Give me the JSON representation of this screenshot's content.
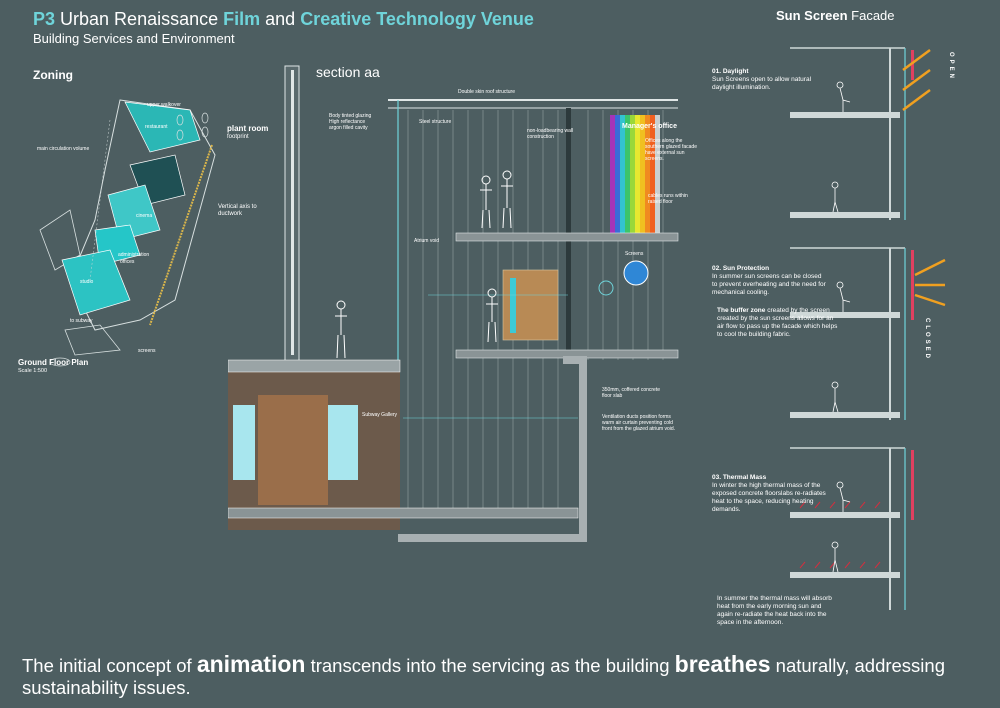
{
  "header": {
    "p3": "P3",
    "t1": " Urban Renaissance ",
    "film": "Film",
    "t2": " and ",
    "venue": "Creative Technology Venue",
    "subtitle": "Building Services and Environment"
  },
  "zoning": {
    "heading": "Zoning",
    "plan_title": "Ground Floor Plan",
    "plan_scale": "Scale 1:500",
    "labels": {
      "plant_room": "plant room",
      "footprint": "footprint",
      "vertical_axis": "Vertical axis to ductwork",
      "main_circ": "main circulation volume",
      "restaurant": "restaurant",
      "upper": "upper walkover",
      "studio": "studio",
      "cinema": "cinema",
      "administration": "administration",
      "offices": "offices",
      "to_subway": "to subway",
      "screens": "screens"
    }
  },
  "section": {
    "title": "section aa",
    "labels": {
      "double_skin": "Double skin roof structure",
      "body_tinted": "Body tinted glazing High reflectance argon filled cavity",
      "steel": "Steel structure",
      "non_loadbearing": "non-loadbearing wall construction",
      "managers_office": "Manager's office",
      "offices_along": "Offices along the southern glazed facade have external sun screens.",
      "cables": "cables runs within raised floor",
      "atrium": "Atrium void",
      "screens": "Screens",
      "coffered": "350mm, coffered concrete floor slab",
      "ventilation": "Ventilation ducts position forms warm air curtain preventing cold front from the glazed atrium void.",
      "subway_gallery": "Subway Gallery"
    }
  },
  "sunscreen": {
    "title_bold": "Sun Screen",
    "title_rest": " Facade",
    "open_label": "OPEN",
    "closed_label": "CLOSED",
    "items": [
      {
        "heading": "01. Daylight",
        "text": "Sun Screens open to allow natural daylight illumination."
      },
      {
        "heading": "02. Sun Protection",
        "text": "In summer sun screens can be closed to prevent overheating and the need for mechanical cooling.",
        "extra_bold": "The buffer zone",
        "extra": " created by the screen created by the sun screens allows for an air flow to pass up the facade which helps to cool the building fabric."
      },
      {
        "heading": "03. Thermal Mass",
        "text": "In winter the high thermal mass of the exposed concrete floorslabs re-radiates heat to the space, reducing heating demands.",
        "extra": "In summer the thermal mass will absorb heat from the early morning sun and again re-radiate the heat back into the space in the afternoon."
      }
    ]
  },
  "footer": {
    "p1": "The initial concept of ",
    "animation": "animation",
    "p2": " transcends into the servicing as the building ",
    "breathes": "breathes",
    "p3": " naturally, addressing sustainability issues."
  },
  "colors": {
    "background": "#4d5e61",
    "accent": "#6fd4da",
    "cyan_panel": "#25c6c8",
    "sun_arrow": "#f0a020"
  }
}
